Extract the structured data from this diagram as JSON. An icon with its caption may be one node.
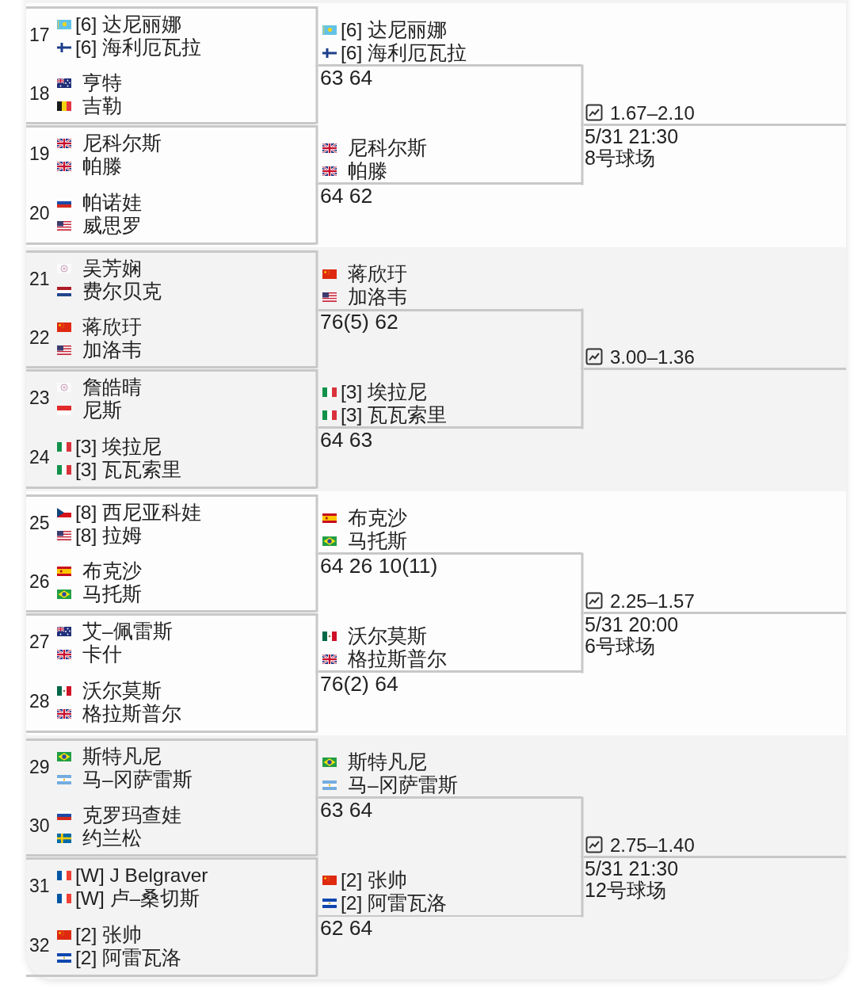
{
  "diagram": {
    "nodes": [
      {
        "text": [
          "17",
          "[6] 达尼丽娜",
          "[6] 海利厄瓦拉"
        ]
      },
      {
        "text": [
          "18",
          "亨特",
          "吉勒"
        ]
      },
      {
        "text": [
          "19",
          "尼科尔斯",
          "帕滕"
        ]
      },
      {
        "text": [
          "20",
          "帕诺娃",
          "威思罗"
        ]
      },
      {
        "text": [
          "[6] 达尼丽娜",
          "[6] 海利厄瓦拉",
          "63 64"
        ]
      },
      {
        "text": [
          "尼科尔斯",
          "帕滕",
          "64 62"
        ]
      },
      {
        "text": [
          "1.67–2.10",
          "5/31 21:30",
          "8号球场"
        ]
      },
      {
        "text": [
          "21",
          "吴芳娴",
          "费尔贝克"
        ]
      },
      {
        "text": [
          "22",
          "蒋欣玗",
          "加洛韦"
        ]
      },
      {
        "text": [
          "23",
          "詹皓晴",
          "尼斯"
        ]
      },
      {
        "text": [
          "24",
          "[3] 埃拉尼",
          "[3] 瓦瓦索里"
        ]
      },
      {
        "text": [
          "蒋欣玗",
          "加洛韦",
          "76(5) 62"
        ]
      },
      {
        "text": [
          "[3] 埃拉尼",
          "[3] 瓦瓦索里",
          "64 63"
        ]
      },
      {
        "text": [
          "3.00–1.36"
        ]
      },
      {
        "text": [
          "25",
          "[8] 西尼亚科娃",
          "[8] 拉姆"
        ]
      },
      {
        "text": [
          "26",
          "布克沙",
          "马托斯"
        ]
      },
      {
        "text": [
          "27",
          "艾–佩雷斯",
          "卡什"
        ]
      },
      {
        "text": [
          "28",
          "沃尔莫斯",
          "格拉斯普尔"
        ]
      },
      {
        "text": [
          "布克沙",
          "马托斯",
          "64 26 10(11)"
        ]
      },
      {
        "text": [
          "沃尔莫斯",
          "格拉斯普尔",
          "76(2) 64"
        ]
      },
      {
        "text": [
          "2.25–1.57",
          "5/31 20:00",
          "6号球场"
        ]
      },
      {
        "text": [
          "29",
          "斯特凡尼",
          "马–冈萨雷斯"
        ]
      },
      {
        "text": [
          "30",
          "克罗玛查娃",
          "约兰松"
        ]
      },
      {
        "text": [
          "31",
          "[W] J Belgraver",
          "[W] 卢–桑切斯"
        ]
      },
      {
        "text": [
          "32",
          "[2] 张帅",
          "[2] 阿雷瓦洛"
        ]
      },
      {
        "text": [
          "斯特凡尼",
          "马–冈萨雷斯",
          "63 64"
        ]
      },
      {
        "text": [
          "[2] 张帅",
          "[2] 阿雷瓦洛",
          "62 64"
        ]
      },
      {
        "text": [
          "2.75–1.40",
          "5/31 21:30",
          "12号球场"
        ]
      }
    ],
    "edges": [
      {
        "from": 0,
        "to": 4,
        "arrow": "none"
      },
      {
        "from": 1,
        "to": 4,
        "arrow": "none"
      },
      {
        "from": 2,
        "to": 5,
        "arrow": "none"
      },
      {
        "from": 3,
        "to": 5,
        "arrow": "none"
      },
      {
        "from": 4,
        "to": 6,
        "arrow": "none"
      },
      {
        "from": 5,
        "to": 6,
        "arrow": "none"
      },
      {
        "from": 7,
        "to": 11,
        "arrow": "none"
      },
      {
        "from": 8,
        "to": 11,
        "arrow": "none"
      },
      {
        "from": 9,
        "to": 12,
        "arrow": "none"
      },
      {
        "from": 10,
        "to": 12,
        "arrow": "none"
      },
      {
        "from": 11,
        "to": 13,
        "arrow": "none"
      },
      {
        "from": 12,
        "to": 13,
        "arrow": "none"
      },
      {
        "from": 14,
        "to": 18,
        "arrow": "none"
      },
      {
        "from": 15,
        "to": 18,
        "arrow": "none"
      },
      {
        "from": 16,
        "to": 19,
        "arrow": "none"
      },
      {
        "from": 17,
        "to": 19,
        "arrow": "none"
      },
      {
        "from": 18,
        "to": 20,
        "arrow": "none"
      },
      {
        "from": 19,
        "to": 20,
        "arrow": "none"
      },
      {
        "from": 21,
        "to": 25,
        "arrow": "none"
      },
      {
        "from": 22,
        "to": 25,
        "arrow": "none"
      },
      {
        "from": 23,
        "to": 26,
        "arrow": "none"
      },
      {
        "from": 24,
        "to": 26,
        "arrow": "none"
      },
      {
        "from": 25,
        "to": 27,
        "arrow": "none"
      },
      {
        "from": 26,
        "to": 27,
        "arrow": "none"
      }
    ]
  }
}
